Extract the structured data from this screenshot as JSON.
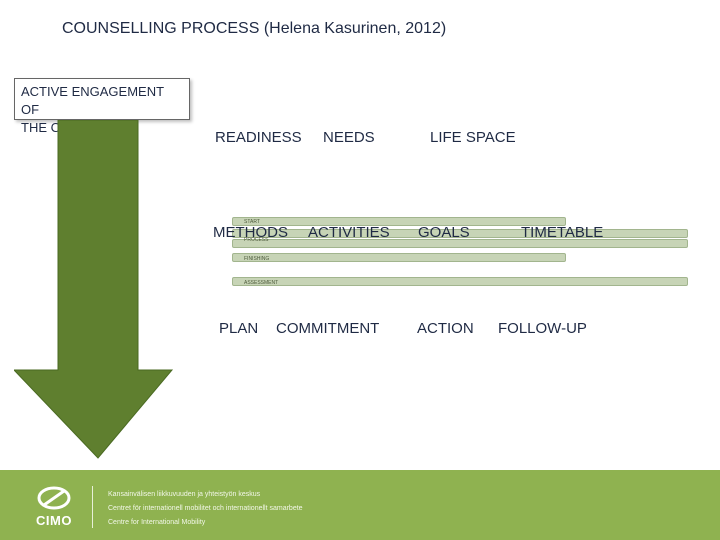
{
  "title": "COUNSELLING PROCESS (Helena Kasurinen, 2012)",
  "client_box": {
    "line1": "ACTIVE ENGAGEMENT OF",
    "line2": "THE CLIENT"
  },
  "row1": {
    "readiness": "READINESS",
    "needs": "NEEDS",
    "life_space": "LIFE SPACE"
  },
  "row2": {
    "methods": "METHODS",
    "activities": "ACTIVITIES",
    "goals": "GOALS",
    "timetable": "TIMETABLE"
  },
  "row3": {
    "plan": "PLAN",
    "commitment": "COMMITMENT",
    "action": "ACTION",
    "follow_up": "FOLLOW-UP"
  },
  "bars": {
    "bar1": "START",
    "bar2": "PROCESS",
    "bar3": "FINISHING",
    "bar4": "ASSESSMENT"
  },
  "footer": {
    "logo": "CIMO",
    "line1": "Kansainvälisen liikkuvuuden ja yhteistyön keskus",
    "line2": "Centret för internationell mobilitet och internationellt samarbete",
    "line3": "Centre for International Mobility"
  },
  "colors": {
    "arrow": "#5f7f2f",
    "footer": "#8fb250",
    "bars": "#c7d4b6",
    "text": "#1f2a44"
  }
}
